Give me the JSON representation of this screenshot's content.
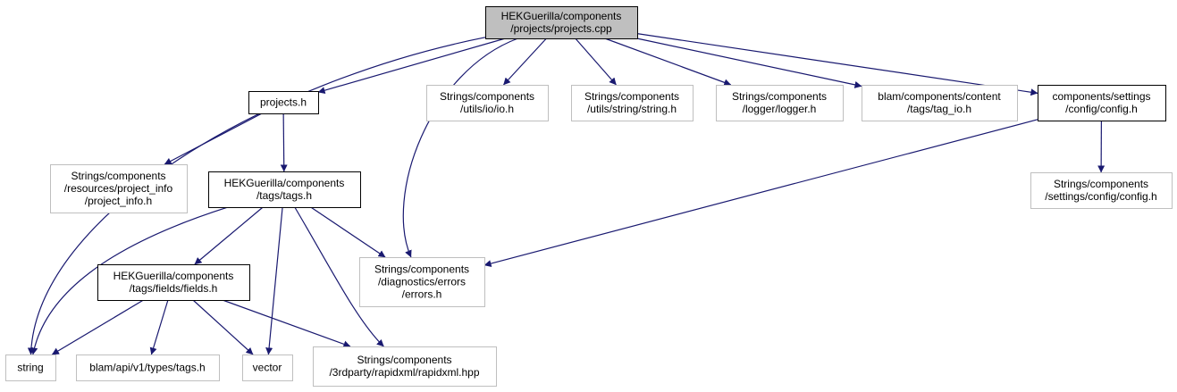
{
  "colors": {
    "edge": "#191970",
    "border_solid": "#000000",
    "border_faded": "#bfbfbf",
    "root_fill": "#bfbfbf",
    "node_fill": "#ffffff"
  },
  "nodes": [
    {
      "id": "root",
      "kind": "root",
      "lines": [
        "HEKGuerilla/components",
        "/projects/projects.cpp"
      ]
    },
    {
      "id": "projects_h",
      "kind": "solid",
      "lines": [
        "projects.h"
      ]
    },
    {
      "id": "io_h",
      "kind": "faded",
      "lines": [
        "Strings/components",
        "/utils/io/io.h"
      ]
    },
    {
      "id": "string_h",
      "kind": "faded",
      "lines": [
        "Strings/components",
        "/utils/string/string.h"
      ]
    },
    {
      "id": "logger_h",
      "kind": "faded",
      "lines": [
        "Strings/components",
        "/logger/logger.h"
      ]
    },
    {
      "id": "tag_io_h",
      "kind": "faded",
      "lines": [
        "blam/components/content",
        "/tags/tag_io.h"
      ]
    },
    {
      "id": "config_h",
      "kind": "solid",
      "lines": [
        "components/settings",
        "/config/config.h"
      ]
    },
    {
      "id": "project_info_h",
      "kind": "faded",
      "lines": [
        "Strings/components",
        "/resources/project_info",
        "/project_info.h"
      ]
    },
    {
      "id": "tags_h",
      "kind": "solid",
      "lines": [
        "HEKGuerilla/components",
        "/tags/tags.h"
      ]
    },
    {
      "id": "str_config_h",
      "kind": "faded",
      "lines": [
        "Strings/components",
        "/settings/config/config.h"
      ]
    },
    {
      "id": "fields_h",
      "kind": "solid",
      "lines": [
        "HEKGuerilla/components",
        "/tags/fields/fields.h"
      ]
    },
    {
      "id": "errors_h",
      "kind": "faded",
      "lines": [
        "Strings/components",
        "/diagnostics/errors",
        "/errors.h"
      ]
    },
    {
      "id": "string",
      "kind": "faded",
      "lines": [
        "string"
      ]
    },
    {
      "id": "blam_tags_h",
      "kind": "faded",
      "lines": [
        "blam/api/v1/types/tags.h"
      ]
    },
    {
      "id": "vector",
      "kind": "faded",
      "lines": [
        "vector"
      ]
    },
    {
      "id": "rapidxml",
      "kind": "faded",
      "lines": [
        "Strings/components",
        "/3rdparty/rapidxml/rapidxml.hpp"
      ]
    }
  ],
  "edges": [
    {
      "from": "root",
      "to": "string"
    },
    {
      "from": "root",
      "to": "projects_h"
    },
    {
      "from": "root",
      "to": "errors_h"
    },
    {
      "from": "root",
      "to": "io_h"
    },
    {
      "from": "root",
      "to": "string_h"
    },
    {
      "from": "root",
      "to": "logger_h"
    },
    {
      "from": "root",
      "to": "tag_io_h"
    },
    {
      "from": "root",
      "to": "config_h"
    },
    {
      "from": "projects_h",
      "to": "project_info_h"
    },
    {
      "from": "projects_h",
      "to": "tags_h"
    },
    {
      "from": "config_h",
      "to": "errors_h"
    },
    {
      "from": "config_h",
      "to": "str_config_h"
    },
    {
      "from": "tags_h",
      "to": "string"
    },
    {
      "from": "tags_h",
      "to": "fields_h"
    },
    {
      "from": "tags_h",
      "to": "vector"
    },
    {
      "from": "tags_h",
      "to": "rapidxml"
    },
    {
      "from": "tags_h",
      "to": "errors_h"
    },
    {
      "from": "fields_h",
      "to": "string"
    },
    {
      "from": "fields_h",
      "to": "blam_tags_h"
    },
    {
      "from": "fields_h",
      "to": "vector"
    },
    {
      "from": "fields_h",
      "to": "rapidxml"
    }
  ]
}
